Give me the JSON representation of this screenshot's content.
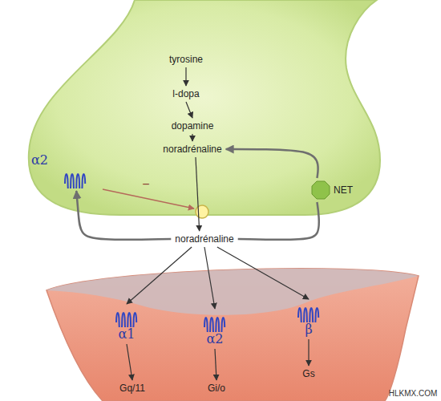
{
  "diagram": {
    "nodes": [
      {
        "text": [
          "tyrosine"
        ]
      },
      {
        "text": [
          "l-dopa"
        ]
      },
      {
        "text": [
          "dopamine"
        ]
      },
      {
        "text": [
          "noradrénaline"
        ]
      },
      {
        "text": [
          "noradrénaline"
        ]
      },
      {
        "text": [
          "α2"
        ]
      },
      {
        "text": [
          "NET"
        ]
      },
      {
        "text": [
          "α1"
        ]
      },
      {
        "text": [
          "Gq/11"
        ]
      },
      {
        "text": [
          "α2"
        ]
      },
      {
        "text": [
          "Gi/o"
        ]
      },
      {
        "text": [
          "β"
        ]
      },
      {
        "text": [
          "Gs"
        ]
      }
    ],
    "edges": [
      {
        "from": 0,
        "to": 1,
        "arrow": "to"
      },
      {
        "from": 1,
        "to": 2,
        "arrow": "to"
      },
      {
        "from": 2,
        "to": 3,
        "arrow": "to"
      },
      {
        "from": 3,
        "to": 4,
        "arrow": "to"
      },
      {
        "from": 4,
        "to": 5,
        "arrow": "to"
      },
      {
        "from": 4,
        "to": 6,
        "arrow": "none"
      },
      {
        "from": 6,
        "to": 3,
        "arrow": "to"
      },
      {
        "from": 4,
        "to": 7,
        "arrow": "to"
      },
      {
        "from": 4,
        "to": 9,
        "arrow": "to"
      },
      {
        "from": 4,
        "to": 11,
        "arrow": "to"
      },
      {
        "from": 7,
        "to": 8,
        "arrow": "to"
      },
      {
        "from": 9,
        "to": 10,
        "arrow": "to"
      },
      {
        "from": 11,
        "to": 12,
        "arrow": "to"
      }
    ],
    "labels": [
      "−",
      "HLKMX.COM"
    ]
  }
}
